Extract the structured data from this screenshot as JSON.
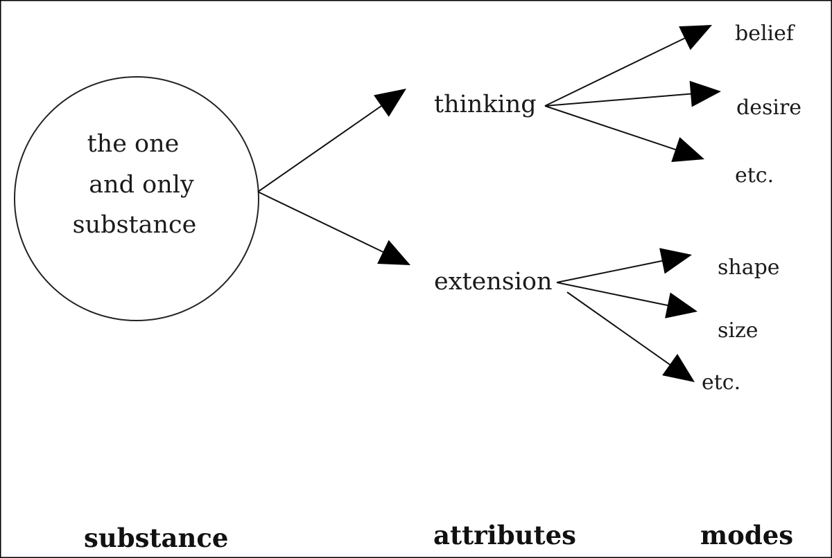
{
  "substance": {
    "lines": [
      "the one",
      "and only",
      "substance"
    ]
  },
  "attributes": {
    "thinking": "thinking",
    "extension": "extension"
  },
  "modes": {
    "thinking_modes": [
      "belief",
      "desire",
      "etc."
    ],
    "extension_modes": [
      "shape",
      "size",
      "etc."
    ]
  },
  "columns": {
    "substance": "substance",
    "attributes": "attributes",
    "modes": "modes"
  }
}
